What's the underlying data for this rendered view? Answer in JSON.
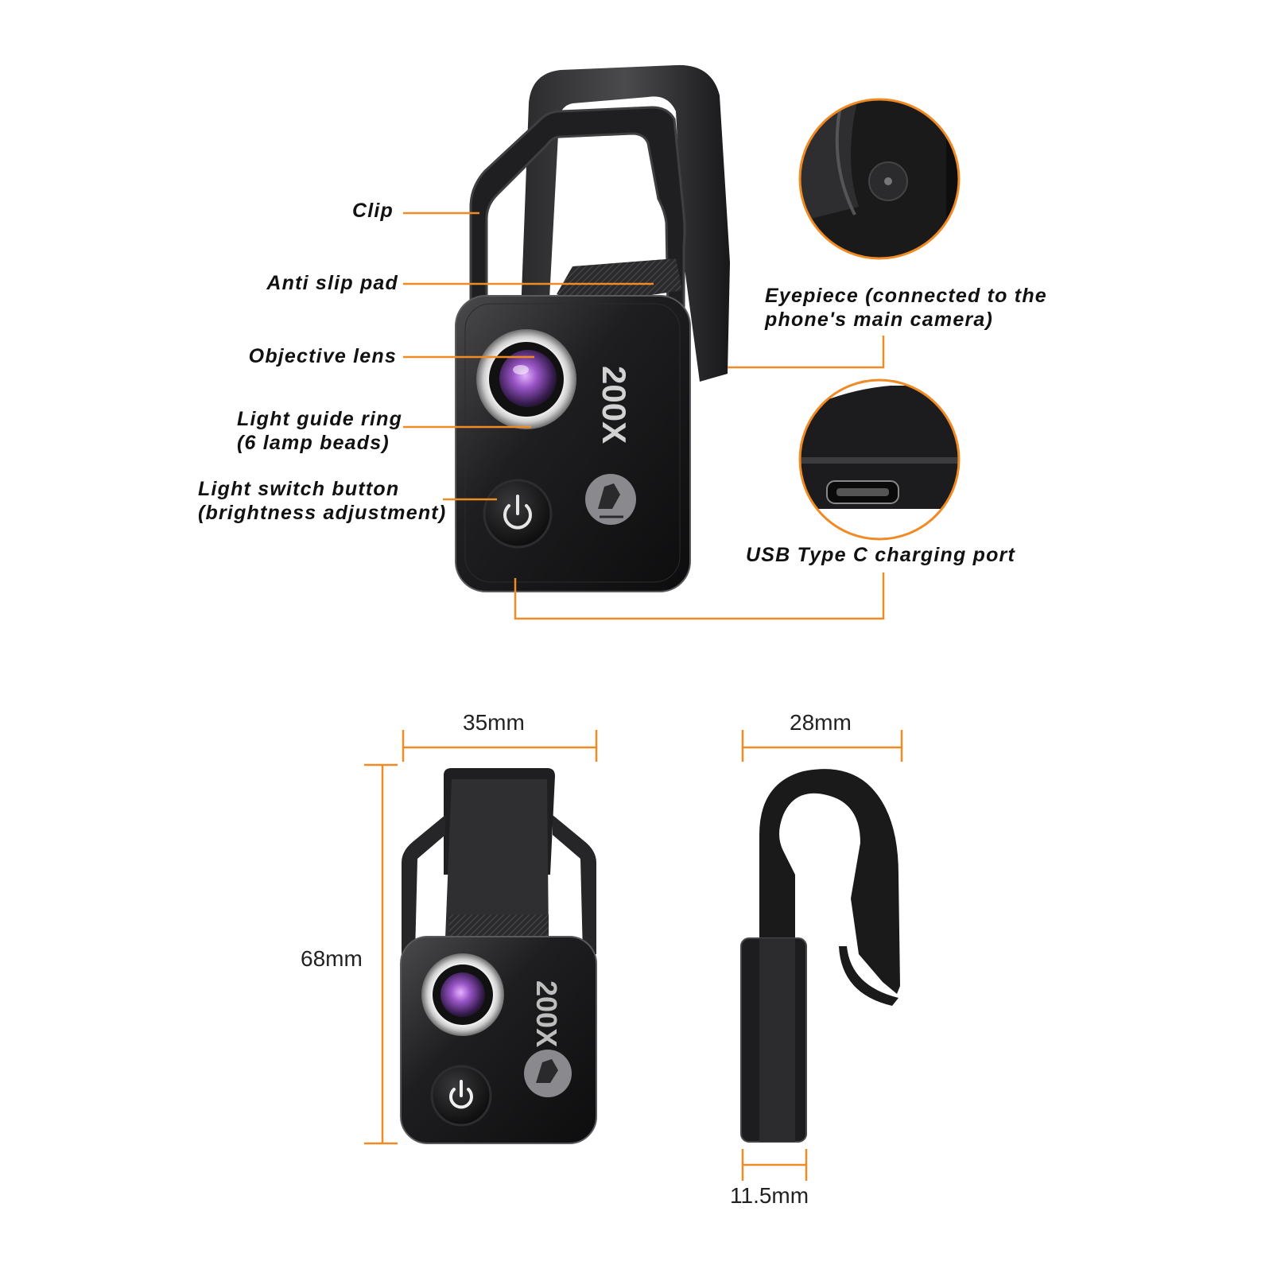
{
  "callouts_left": [
    {
      "id": "clip",
      "lines": [
        "Clip"
      ]
    },
    {
      "id": "anti-slip-pad",
      "lines": [
        "Anti slip pad"
      ]
    },
    {
      "id": "objective-lens",
      "lines": [
        "Objective lens"
      ]
    },
    {
      "id": "light-guide-ring",
      "lines": [
        "Light guide ring",
        "(6 lamp beads)"
      ]
    },
    {
      "id": "light-switch-button",
      "lines": [
        "Light switch button",
        "(brightness adjustment)"
      ]
    }
  ],
  "callouts_right": [
    {
      "id": "eyepiece",
      "lines": [
        "Eyepiece (connected to the",
        "phone's main camera)"
      ]
    },
    {
      "id": "usb-port",
      "lines": [
        "USB Type C charging port"
      ]
    }
  ],
  "product_text": {
    "magnification": "200X"
  },
  "dimensions": {
    "width": "35mm",
    "height": "68mm",
    "depth": "28mm",
    "thickness": "11.5mm"
  },
  "colors": {
    "accent": "#f08a24",
    "body": "#1c1c1e",
    "body_highlight": "#3a3a3c",
    "lens_purple": "#8e4fb8",
    "ring": "#e8e8e8"
  }
}
